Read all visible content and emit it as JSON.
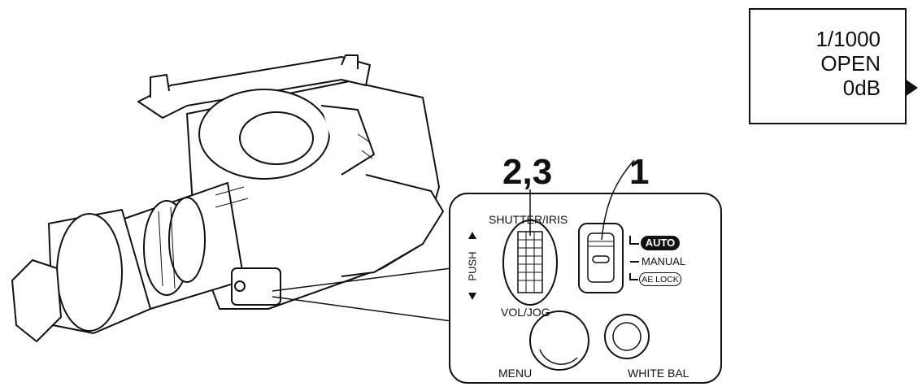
{
  "lcd_display": {
    "shutter": "1/1000",
    "iris": "OPEN",
    "gain": "0dB"
  },
  "callouts": {
    "jog_dial": "2,3",
    "mode_switch": "1"
  },
  "panel": {
    "shutter_iris_label": "SHUTTER/IRIS",
    "push_label": "PUSH",
    "vol_jog_label": "VOL/JOG",
    "auto_label": "AUTO",
    "manual_label": "MANUAL",
    "ae_lock_label": "AE LOCK",
    "menu_label": "MENU",
    "white_bal_label": "WHITE BAL"
  },
  "icons": {
    "lcd_pointer": "right-triangle-icon",
    "push_arrows": "up-down-arrow-icon"
  }
}
